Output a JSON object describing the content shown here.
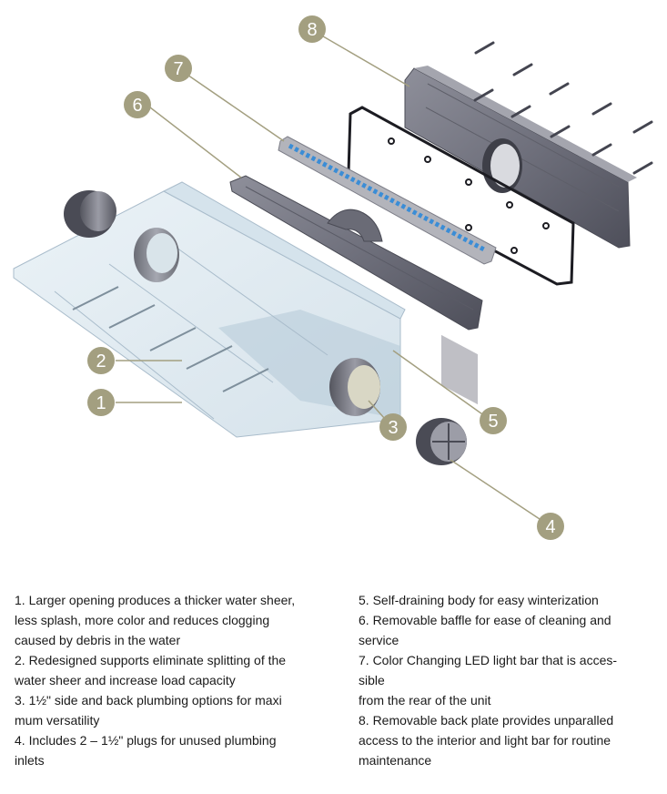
{
  "callouts": [
    {
      "number": "1"
    },
    {
      "number": "2"
    },
    {
      "number": "3"
    },
    {
      "number": "4"
    },
    {
      "number": "5"
    },
    {
      "number": "6"
    },
    {
      "number": "7"
    },
    {
      "number": "8"
    }
  ],
  "captions": {
    "left": [
      {
        "lines": [
          "1. Larger opening produces a thicker water sheer,",
          "less splash, more color and reduces clogging",
          "caused by debris in the water"
        ]
      },
      {
        "lines": [
          "2. Redesigned supports eliminate splitting of the",
          "water sheer and increase load capacity"
        ]
      },
      {
        "lines": [
          "3. 1½\" side and back plumbing options for maxi",
          "mum versatility"
        ]
      },
      {
        "lines": [
          "4. Includes 2 – 1½\" plugs for unused plumbing",
          "inlets"
        ]
      }
    ],
    "right": [
      {
        "lines": [
          "5. Self-draining body for easy winterization"
        ]
      },
      {
        "lines": [
          "6. Removable baffle for ease of cleaning and",
          "service"
        ]
      },
      {
        "lines": [
          "7. Color Changing LED light bar that is acces-",
          "sible",
          "from the rear of the unit"
        ]
      },
      {
        "lines": [
          "8. Removable back plate provides unparalled",
          "access to the interior and light bar for routine",
          "maintenance"
        ]
      }
    ]
  },
  "colors": {
    "callout_fill": "#a39f80",
    "leader_line": "#a39f80",
    "text": "#1a1a1a"
  }
}
